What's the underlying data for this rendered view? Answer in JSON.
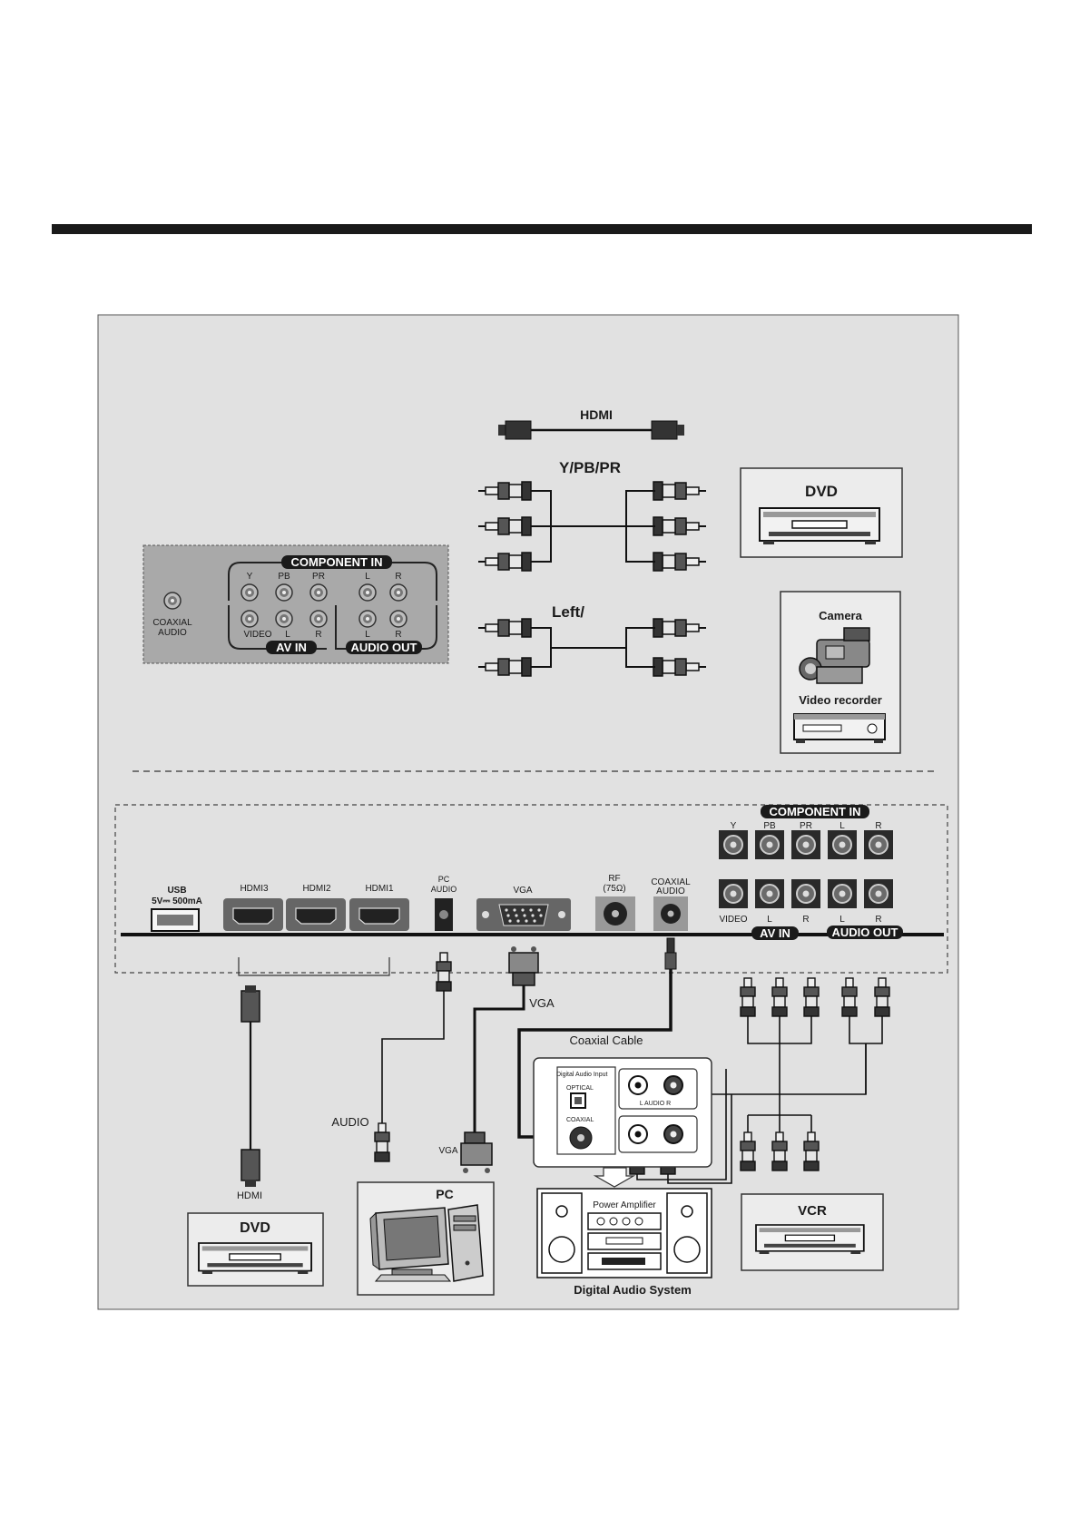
{
  "top_panel": {
    "component_in_label": "COMPONENT  IN",
    "component_ports": [
      "Y",
      "PB",
      "PR",
      "L",
      "R"
    ],
    "coaxial_label": [
      "COAXIAL",
      "AUDIO"
    ],
    "av_in_label": "AV  IN",
    "av_in_ports": [
      "VIDEO",
      "L",
      "R"
    ],
    "audio_out_label": "AUDIO OUT",
    "audio_out_ports": [
      "L",
      "R"
    ]
  },
  "cables": {
    "hdmi_label": "HDMI",
    "ypbpr_label": "Y/PB/PR",
    "left_label": "Left/"
  },
  "devices_top": {
    "dvd_label": "DVD",
    "camera_label": "Camera",
    "video_recorder_label": "Video recorder"
  },
  "rear_panel": {
    "usb_label": [
      "USB",
      "5V⎓ 500mA"
    ],
    "hdmi_ports": [
      "HDMI3",
      "HDMI2",
      "HDMI1"
    ],
    "pc_audio_label": [
      "PC",
      "AUDIO"
    ],
    "vga_label": "VGA",
    "rf_label": [
      "RF",
      "(75Ω)"
    ],
    "coaxial_label": [
      "COAXIAL",
      "AUDIO"
    ],
    "component_in_label": "COMPONENT  IN",
    "component_ports": [
      "Y",
      "PB",
      "PR",
      "L",
      "R"
    ],
    "bottom_ports": [
      "VIDEO",
      "L",
      "R",
      "L",
      "R"
    ],
    "av_in_label": "AV  IN",
    "audio_out_label": "AUDIO OUT"
  },
  "connections": {
    "vga_cable_label": "VGA",
    "coaxial_cable_label": "Coaxial Cable",
    "audio_label": "AUDIO",
    "vga_plug_label": "VGA",
    "hdmi_plug_label": "HDMI"
  },
  "audio_system": {
    "digital_audio_input": "Digital Audio Input",
    "optical": "OPTICAL",
    "coaxial": "COAXIAL",
    "audio_lr": "L    AUDIO    R",
    "power_amplifier": "Power Amplifier",
    "title": "Digital Audio System"
  },
  "devices_bottom": {
    "dvd_label": "DVD",
    "pc_label": "PC",
    "vcr_label": "VCR"
  }
}
